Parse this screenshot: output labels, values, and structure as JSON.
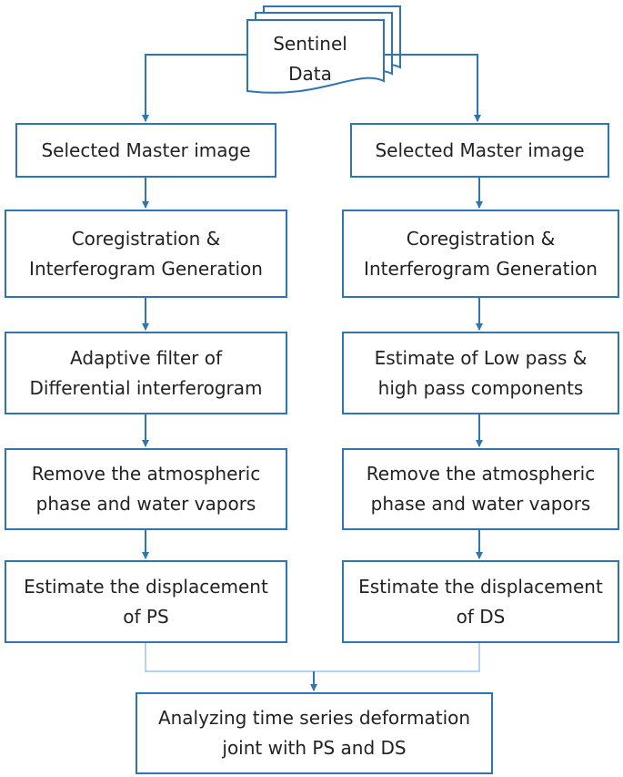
{
  "source": {
    "line1": "Sentinel",
    "line2": "Data"
  },
  "left": {
    "master": [
      "Selected Master image"
    ],
    "coreg": [
      "Coregistration &",
      "Interferogram Generation"
    ],
    "filter": [
      "Adaptive filter of",
      "Differential interferogram"
    ],
    "remove": [
      "Remove the atmospheric",
      "phase and water vapors"
    ],
    "estimate": [
      "Estimate the displacement",
      "of PS"
    ]
  },
  "right": {
    "master": [
      "Selected Master image"
    ],
    "coreg": [
      "Coregistration &",
      "Interferogram Generation"
    ],
    "lowhigh": [
      "Estimate of Low pass &",
      "high pass components"
    ],
    "remove": [
      "Remove the atmospheric",
      "phase and water vapors"
    ],
    "estimate": [
      "Estimate the displacement",
      "of DS"
    ]
  },
  "final": [
    "Analyzing time series deformation",
    "joint with PS and DS"
  ],
  "colors": {
    "stroke": "#2e75b6",
    "text": "#222222",
    "merge_line": "#9dc3e6"
  }
}
